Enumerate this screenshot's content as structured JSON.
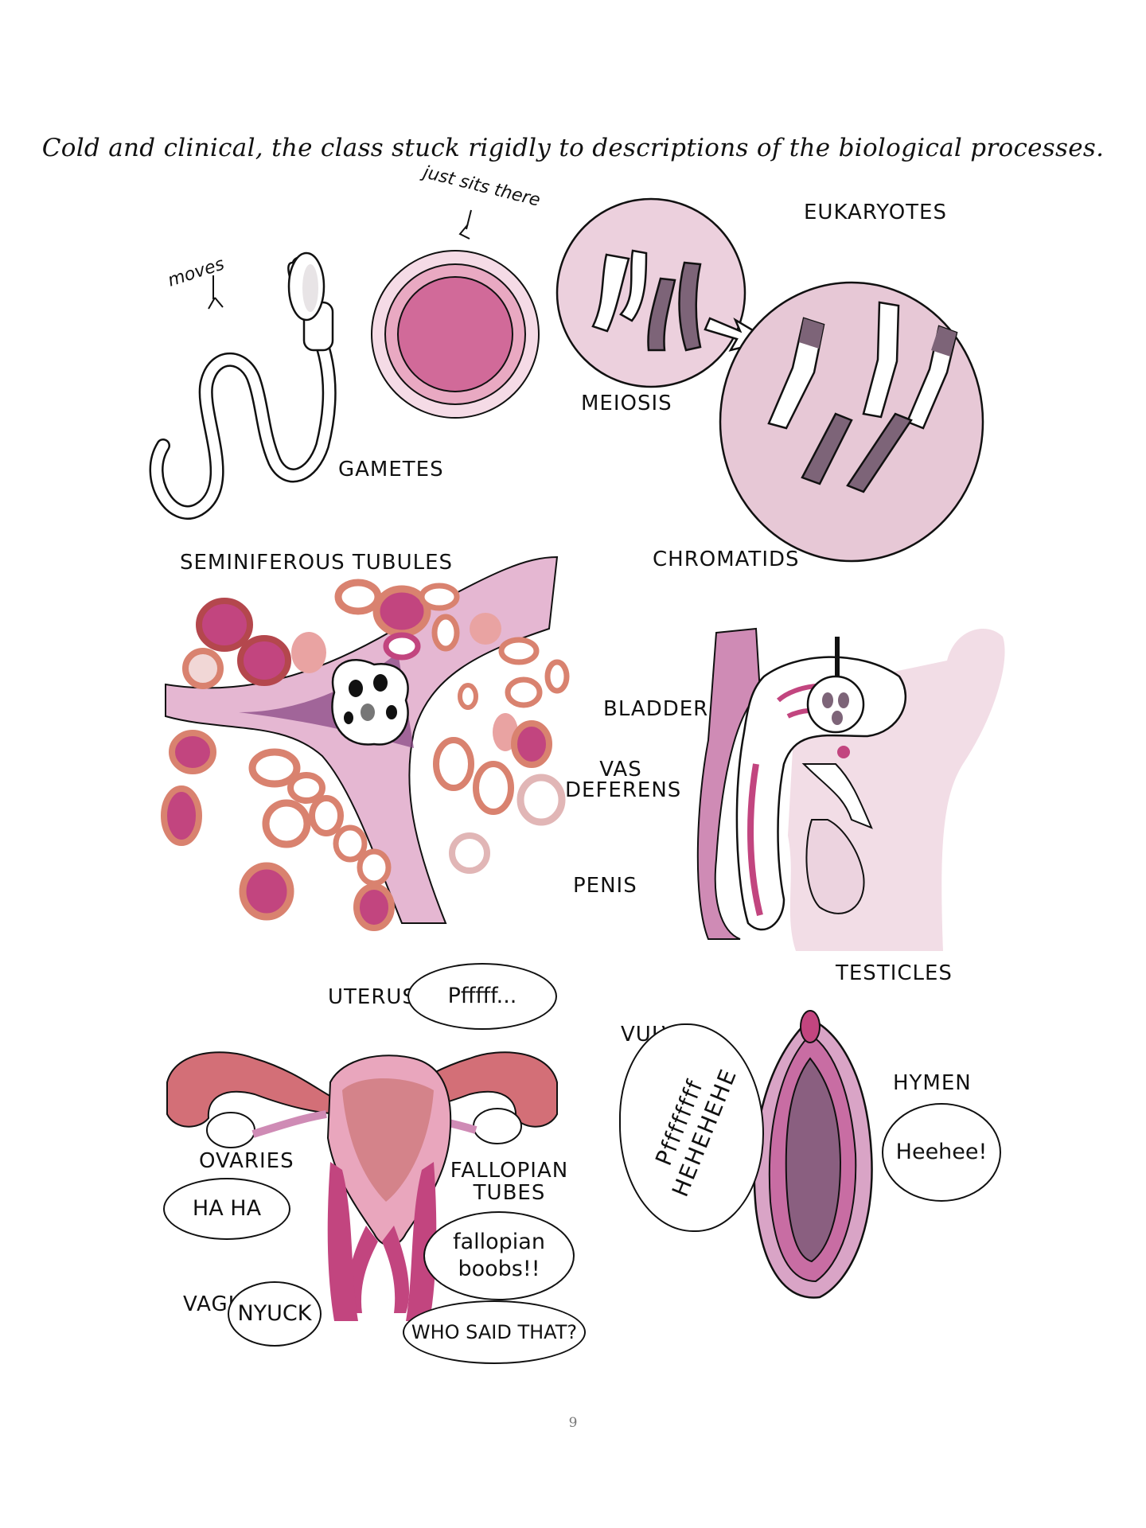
{
  "caption": "Cold and clinical, the class stuck rigidly to descriptions of the biological processes.",
  "labels": {
    "moves": "moves",
    "just_sits_there": "just sits there",
    "gametes": "GAMETES",
    "meiosis": "MEIOSIS",
    "eukaryotes": "EUKARYOTES",
    "chromatids": "CHROMATIDS",
    "seminiferous_tubules": "SEMINIFEROUS TUBULES",
    "bladder": "BLADDER",
    "vas": "VAS",
    "deferens": "DEFERENS",
    "penis": "PENIS",
    "testicles": "TESTICLES",
    "uterus": "UTERUS",
    "ovaries": "OVARIES",
    "fallopian": "FALLOPIAN",
    "tubes": "TUBES",
    "vagi": "VAGI",
    "vulva": "VULVA",
    "hymen": "HYMEN"
  },
  "bubbles": {
    "pfffff": "Pfffff...",
    "ha_ha": "HA HA",
    "fallopian_boobs_1": "fallopian",
    "fallopian_boobs_2": "boobs!!",
    "nyuck": "NYUCK",
    "who_said_that": "WHO SAID THAT?",
    "pfff_long": "Pffffffff",
    "hehehe": "HEHEHEHE",
    "heehee": "Heehee!"
  },
  "page_number": "9",
  "colors": {
    "pink_light": "#ecd3df",
    "pink_mid": "#d98ab0",
    "magenta": "#c2457f",
    "coral": "#d9826f",
    "purple": "#8a4a85",
    "gray_purple": "#7d6478"
  }
}
